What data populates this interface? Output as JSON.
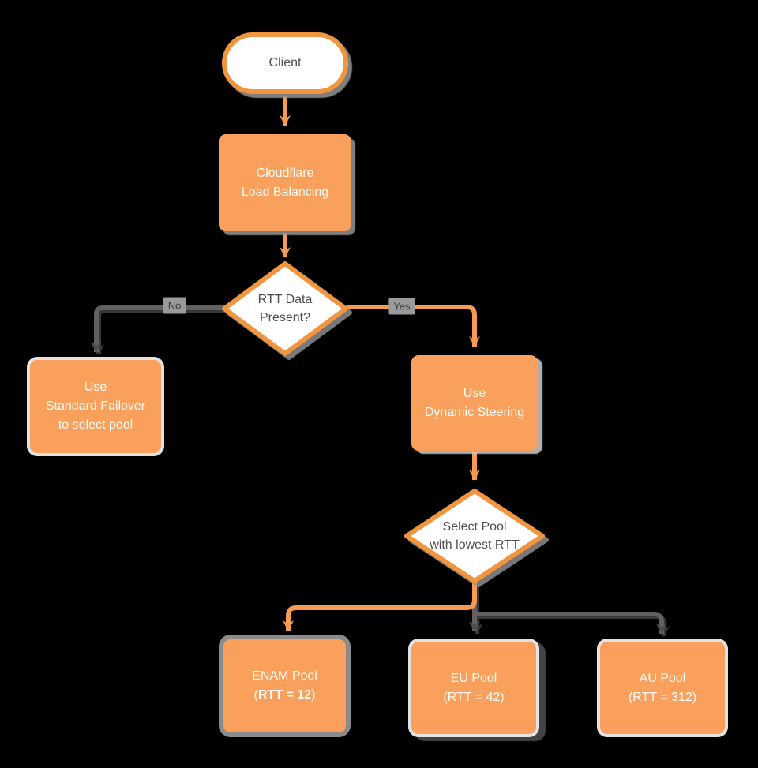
{
  "colors": {
    "background": "#000000",
    "node_fill": "#F9A15C",
    "node_border": "#F2953F",
    "connector_orange": "#F89B52",
    "connector_gray": "#616161",
    "arrowhead_gray": "#4E4E4E",
    "text_on_orange": "#FCFBF6",
    "text_dark": "#4D4D4D",
    "edge_label_bg": "#9A9A9A"
  },
  "nodes": {
    "client": {
      "label": "Client",
      "shape": "terminator"
    },
    "load_balancing": {
      "shape": "process",
      "lines": [
        "Cloudflare",
        "Load Balancing"
      ]
    },
    "rtt_data_present": {
      "shape": "decision",
      "lines": [
        "RTT Data",
        "Present?"
      ]
    },
    "standard_failover": {
      "shape": "process",
      "lines": [
        "Use",
        "Standard Failover",
        "to select pool"
      ]
    },
    "dynamic_steering": {
      "shape": "process",
      "lines": [
        "Use",
        "Dynamic Steering"
      ]
    },
    "select_pool": {
      "shape": "decision",
      "lines": [
        "Select Pool",
        "with lowest RTT"
      ]
    },
    "enam_pool": {
      "shape": "process",
      "line1": "ENAM Pool",
      "rtt_open": "(",
      "rtt_bold": "RTT = 12",
      "rtt_close": ")"
    },
    "eu_pool": {
      "shape": "process",
      "line1": "EU Pool",
      "line2": "(RTT = 42)"
    },
    "au_pool": {
      "shape": "process",
      "line1": "AU Pool",
      "line2": "(RTT = 312)"
    }
  },
  "edge_labels": {
    "no": "No",
    "yes": "Yes"
  },
  "edges": [
    {
      "from": "client",
      "to": "load_balancing",
      "color": "orange"
    },
    {
      "from": "load_balancing",
      "to": "rtt_data_present",
      "color": "orange"
    },
    {
      "from": "rtt_data_present",
      "to": "standard_failover",
      "label": "No",
      "color": "gray"
    },
    {
      "from": "rtt_data_present",
      "to": "dynamic_steering",
      "label": "Yes",
      "color": "orange"
    },
    {
      "from": "dynamic_steering",
      "to": "select_pool",
      "color": "orange"
    },
    {
      "from": "select_pool",
      "to": "enam_pool",
      "color": "orange"
    },
    {
      "from": "select_pool",
      "to": "eu_pool",
      "color": "gray"
    },
    {
      "from": "select_pool",
      "to": "au_pool",
      "color": "gray"
    }
  ]
}
